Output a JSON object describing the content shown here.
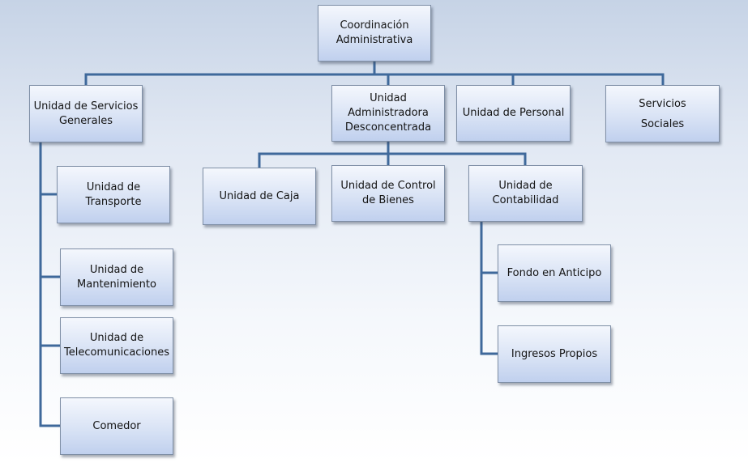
{
  "org_chart": {
    "root": {
      "label": "Coordinación\nAdministrativa"
    },
    "level1": [
      {
        "id": "servicios-generales",
        "label": "Unidad de Servicios\nGenerales"
      },
      {
        "id": "administradora",
        "label": "Unidad\nAdministradora\nDesconcentrada"
      },
      {
        "id": "personal",
        "label": "Unidad de Personal"
      },
      {
        "id": "servicios-sociales",
        "label": "Servicios\nSociales"
      }
    ],
    "servicios_generales_units": [
      {
        "id": "transporte",
        "label": "Unidad de\nTransporte"
      },
      {
        "id": "mantenimiento",
        "label": "Unidad de\nMantenimiento"
      },
      {
        "id": "telecomunicaciones",
        "label": "Unidad de\nTelecomunicaciones"
      },
      {
        "id": "comedor",
        "label": "Comedor"
      }
    ],
    "administradora_units": [
      {
        "id": "caja",
        "label": "Unidad de Caja"
      },
      {
        "id": "control-bienes",
        "label": "Unidad de Control\nde Bienes"
      },
      {
        "id": "contabilidad",
        "label": "Unidad de\nContabilidad"
      }
    ],
    "contabilidad_units": [
      {
        "id": "fondo-anticipo",
        "label": "Fondo en Anticipo"
      },
      {
        "id": "ingresos-propios",
        "label": "Ingresos Propios"
      }
    ]
  }
}
